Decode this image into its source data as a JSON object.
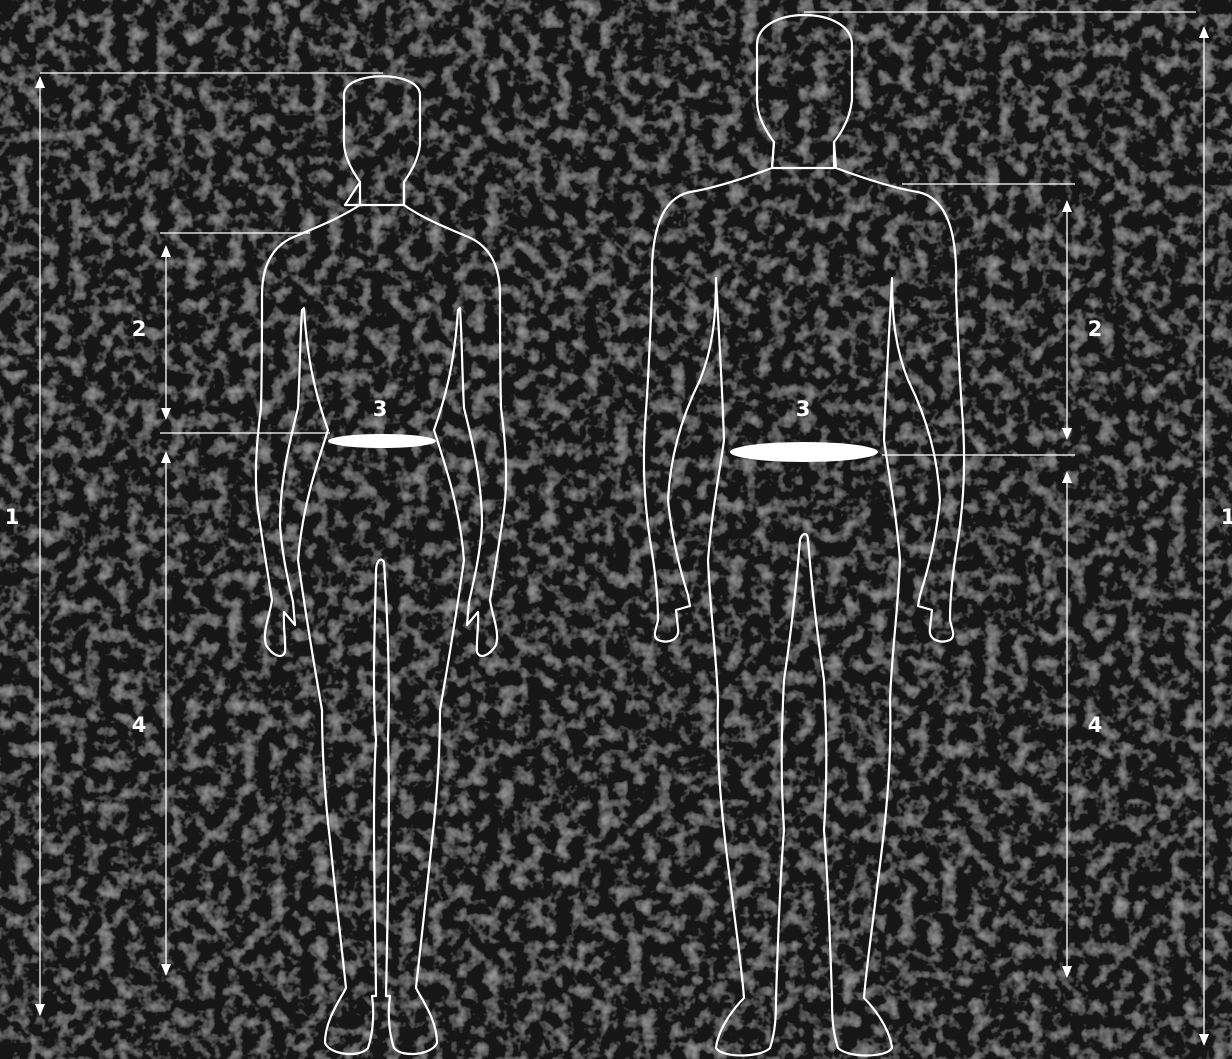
{
  "colors": {
    "background": "#111111",
    "line": "#ffffff"
  },
  "labels": {
    "total_height": "1",
    "torso": "2",
    "waist": "3",
    "inseam": "4"
  },
  "figures": [
    {
      "name": "child-figure"
    },
    {
      "name": "adult-figure"
    }
  ]
}
